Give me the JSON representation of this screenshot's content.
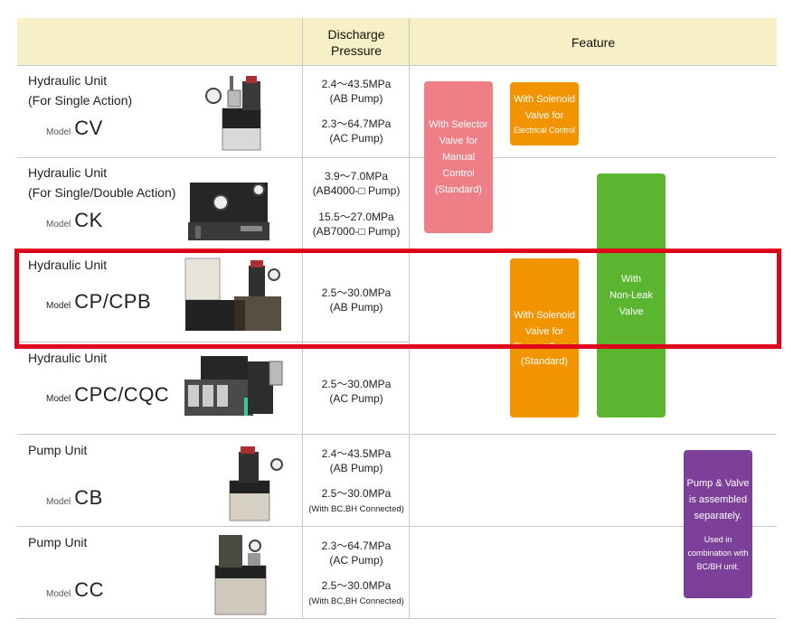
{
  "header": {
    "col_pressure": "Discharge Pressure",
    "col_feature": "Feature"
  },
  "rows": [
    {
      "title_line1": "Hydraulic Unit",
      "title_line2": "(For Single Action)",
      "model_label": "Model",
      "model_name": "CV",
      "pressures": [
        {
          "value": "2.4～43.5MPa",
          "note": "(AB Pump)"
        },
        {
          "value": "2.3～64.7MPa",
          "note": "(AC Pump)"
        }
      ]
    },
    {
      "title_line1": "Hydraulic Unit",
      "title_line2": "(For Single/Double Action)",
      "model_label": "Model",
      "model_name": "CK",
      "pressures": [
        {
          "value": "3.9～7.0MPa",
          "note": "(AB4000-□ Pump)"
        },
        {
          "value": "15.5～27.0MPa",
          "note": "(AB7000-□ Pump)"
        }
      ]
    },
    {
      "title_line1": "Hydraulic Unit",
      "model_label": "Model",
      "model_name": "CP/CPB",
      "pressures": [
        {
          "value": "2.5～30.0MPa",
          "note": "(AB Pump)"
        }
      ]
    },
    {
      "title_line1": "Hydraulic Unit",
      "model_label": "Model",
      "model_name": "CPC/CQC",
      "pressures": [
        {
          "value": "2.5～30.0MPa",
          "note": "(AC Pump)"
        }
      ]
    },
    {
      "title_line1": "Pump Unit",
      "model_label": "Model",
      "model_name": "CB",
      "pressures": [
        {
          "value": "2.4～43.5MPa",
          "note": "(AB Pump)"
        },
        {
          "value": "2.5～30.0MPa",
          "note": "(With BC,BH Connected)"
        }
      ]
    },
    {
      "title_line1": "Pump Unit",
      "model_label": "Model",
      "model_name": "CC",
      "pressures": [
        {
          "value": "2.3～64.7MPa",
          "note": "(AC Pump)"
        },
        {
          "value": "2.5～30.0MPa",
          "note": "(With BC,BH Connected)"
        }
      ]
    }
  ],
  "features": {
    "selector": [
      "With Selector",
      "Valve for",
      "Manual",
      "Control",
      "(Standard)"
    ],
    "solenoid_top": [
      "With Solenoid",
      "Valve for",
      "Electrical Control"
    ],
    "solenoid_std": [
      "With Solenoid",
      "Valve for",
      "Electrical Control",
      "(Standard)"
    ],
    "nonleak": [
      "With",
      "Non-Leak",
      "Valve"
    ],
    "pump_valve": [
      "Pump & Valve",
      "is assembled",
      "separately."
    ],
    "pump_valve_note": [
      "Used in",
      "combination with",
      "BC/BH unit."
    ]
  },
  "colors": {
    "header_bg": "#f7efc6",
    "selector": "#ee7f86",
    "solenoid": "#f29400",
    "nonleak": "#5cb531",
    "pump_valve": "#7c3f9a",
    "highlight": "#e0001b"
  }
}
